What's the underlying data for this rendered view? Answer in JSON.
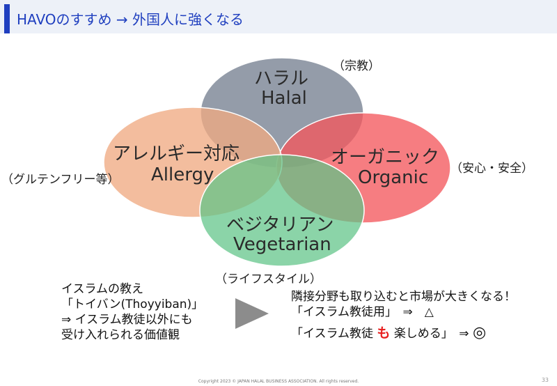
{
  "header": {
    "title": "HAVOのすすめ → 外国人に強くなる"
  },
  "venn": {
    "halal": {
      "jp": "ハラル",
      "en": "Halal",
      "note": "（宗教）",
      "color": "#7d8696"
    },
    "allergy": {
      "jp": "アレルギー対応",
      "en": "Allergy",
      "note": "（グルテンフリー等）",
      "color": "#efaa83"
    },
    "organic": {
      "jp": "オーガニック",
      "en": "Organic",
      "note": "（安心・安全）",
      "color": "#f4595e"
    },
    "vegetarian": {
      "jp": "ベジタリアン",
      "en": "Vegetarian",
      "note": "（ライフスタイル）",
      "color": "#5ec486"
    }
  },
  "left_text": {
    "line1": "イスラムの教え",
    "line2": "「トイバン(Thoyyiban)」",
    "line3": "⇒ イスラム教徒以外にも",
    "line4": "受け入れられる価値観"
  },
  "right_text": {
    "line1": "隣接分野も取り込むと市場が大きくなる！",
    "line2": "「イスラム教徒用」　⇒　△",
    "line3_a": "「イスラム教徒",
    "line3_b": "も",
    "line3_c": "楽しめる」　⇒",
    "line3_d": "◎"
  },
  "footer": {
    "copyright": "Copyright 2023 © JAPAN HALAL BUSINESS ASSOCIATION. All rights reserved.",
    "page_number": "33"
  }
}
